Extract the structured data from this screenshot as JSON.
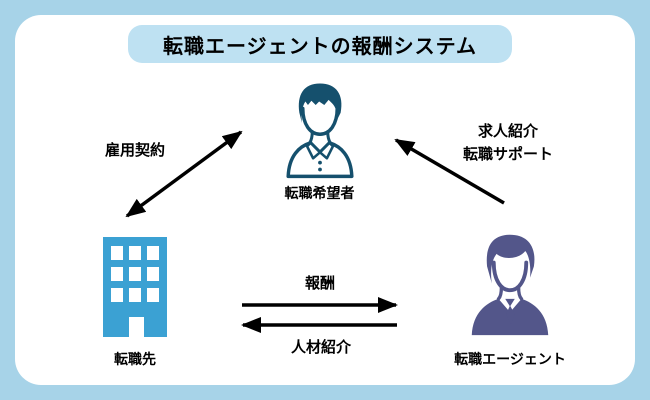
{
  "title": "転職エージェントの報酬システム",
  "colors": {
    "background": "#A7D3E8",
    "panel": "#FFFFFF",
    "title_box": "#BEE1F2",
    "text": "#000000",
    "arrow": "#000000",
    "seeker_icon": "#15506D",
    "company_icon": "#3BA1D3",
    "agent_icon": "#53568A"
  },
  "entities": {
    "seeker": {
      "label": "転職希望者",
      "icon": "person-icon"
    },
    "company": {
      "label": "転職先",
      "icon": "building-icon"
    },
    "agent": {
      "label": "転職エージェント",
      "icon": "agent-person-icon"
    }
  },
  "relations": {
    "employment_contract": {
      "label": "雇用契約",
      "from": "転職先",
      "to": "転職希望者",
      "direction": "bidirectional"
    },
    "job_support": {
      "label_line1": "求人紹介",
      "label_line2": "転職サポート",
      "from": "転職エージェント",
      "to": "転職希望者",
      "direction": "one-way"
    },
    "reward": {
      "label": "報酬",
      "from": "転職先",
      "to": "転職エージェント",
      "direction": "one-way"
    },
    "referral": {
      "label": "人材紹介",
      "from": "転職エージェント",
      "to": "転職先",
      "direction": "one-way"
    }
  }
}
